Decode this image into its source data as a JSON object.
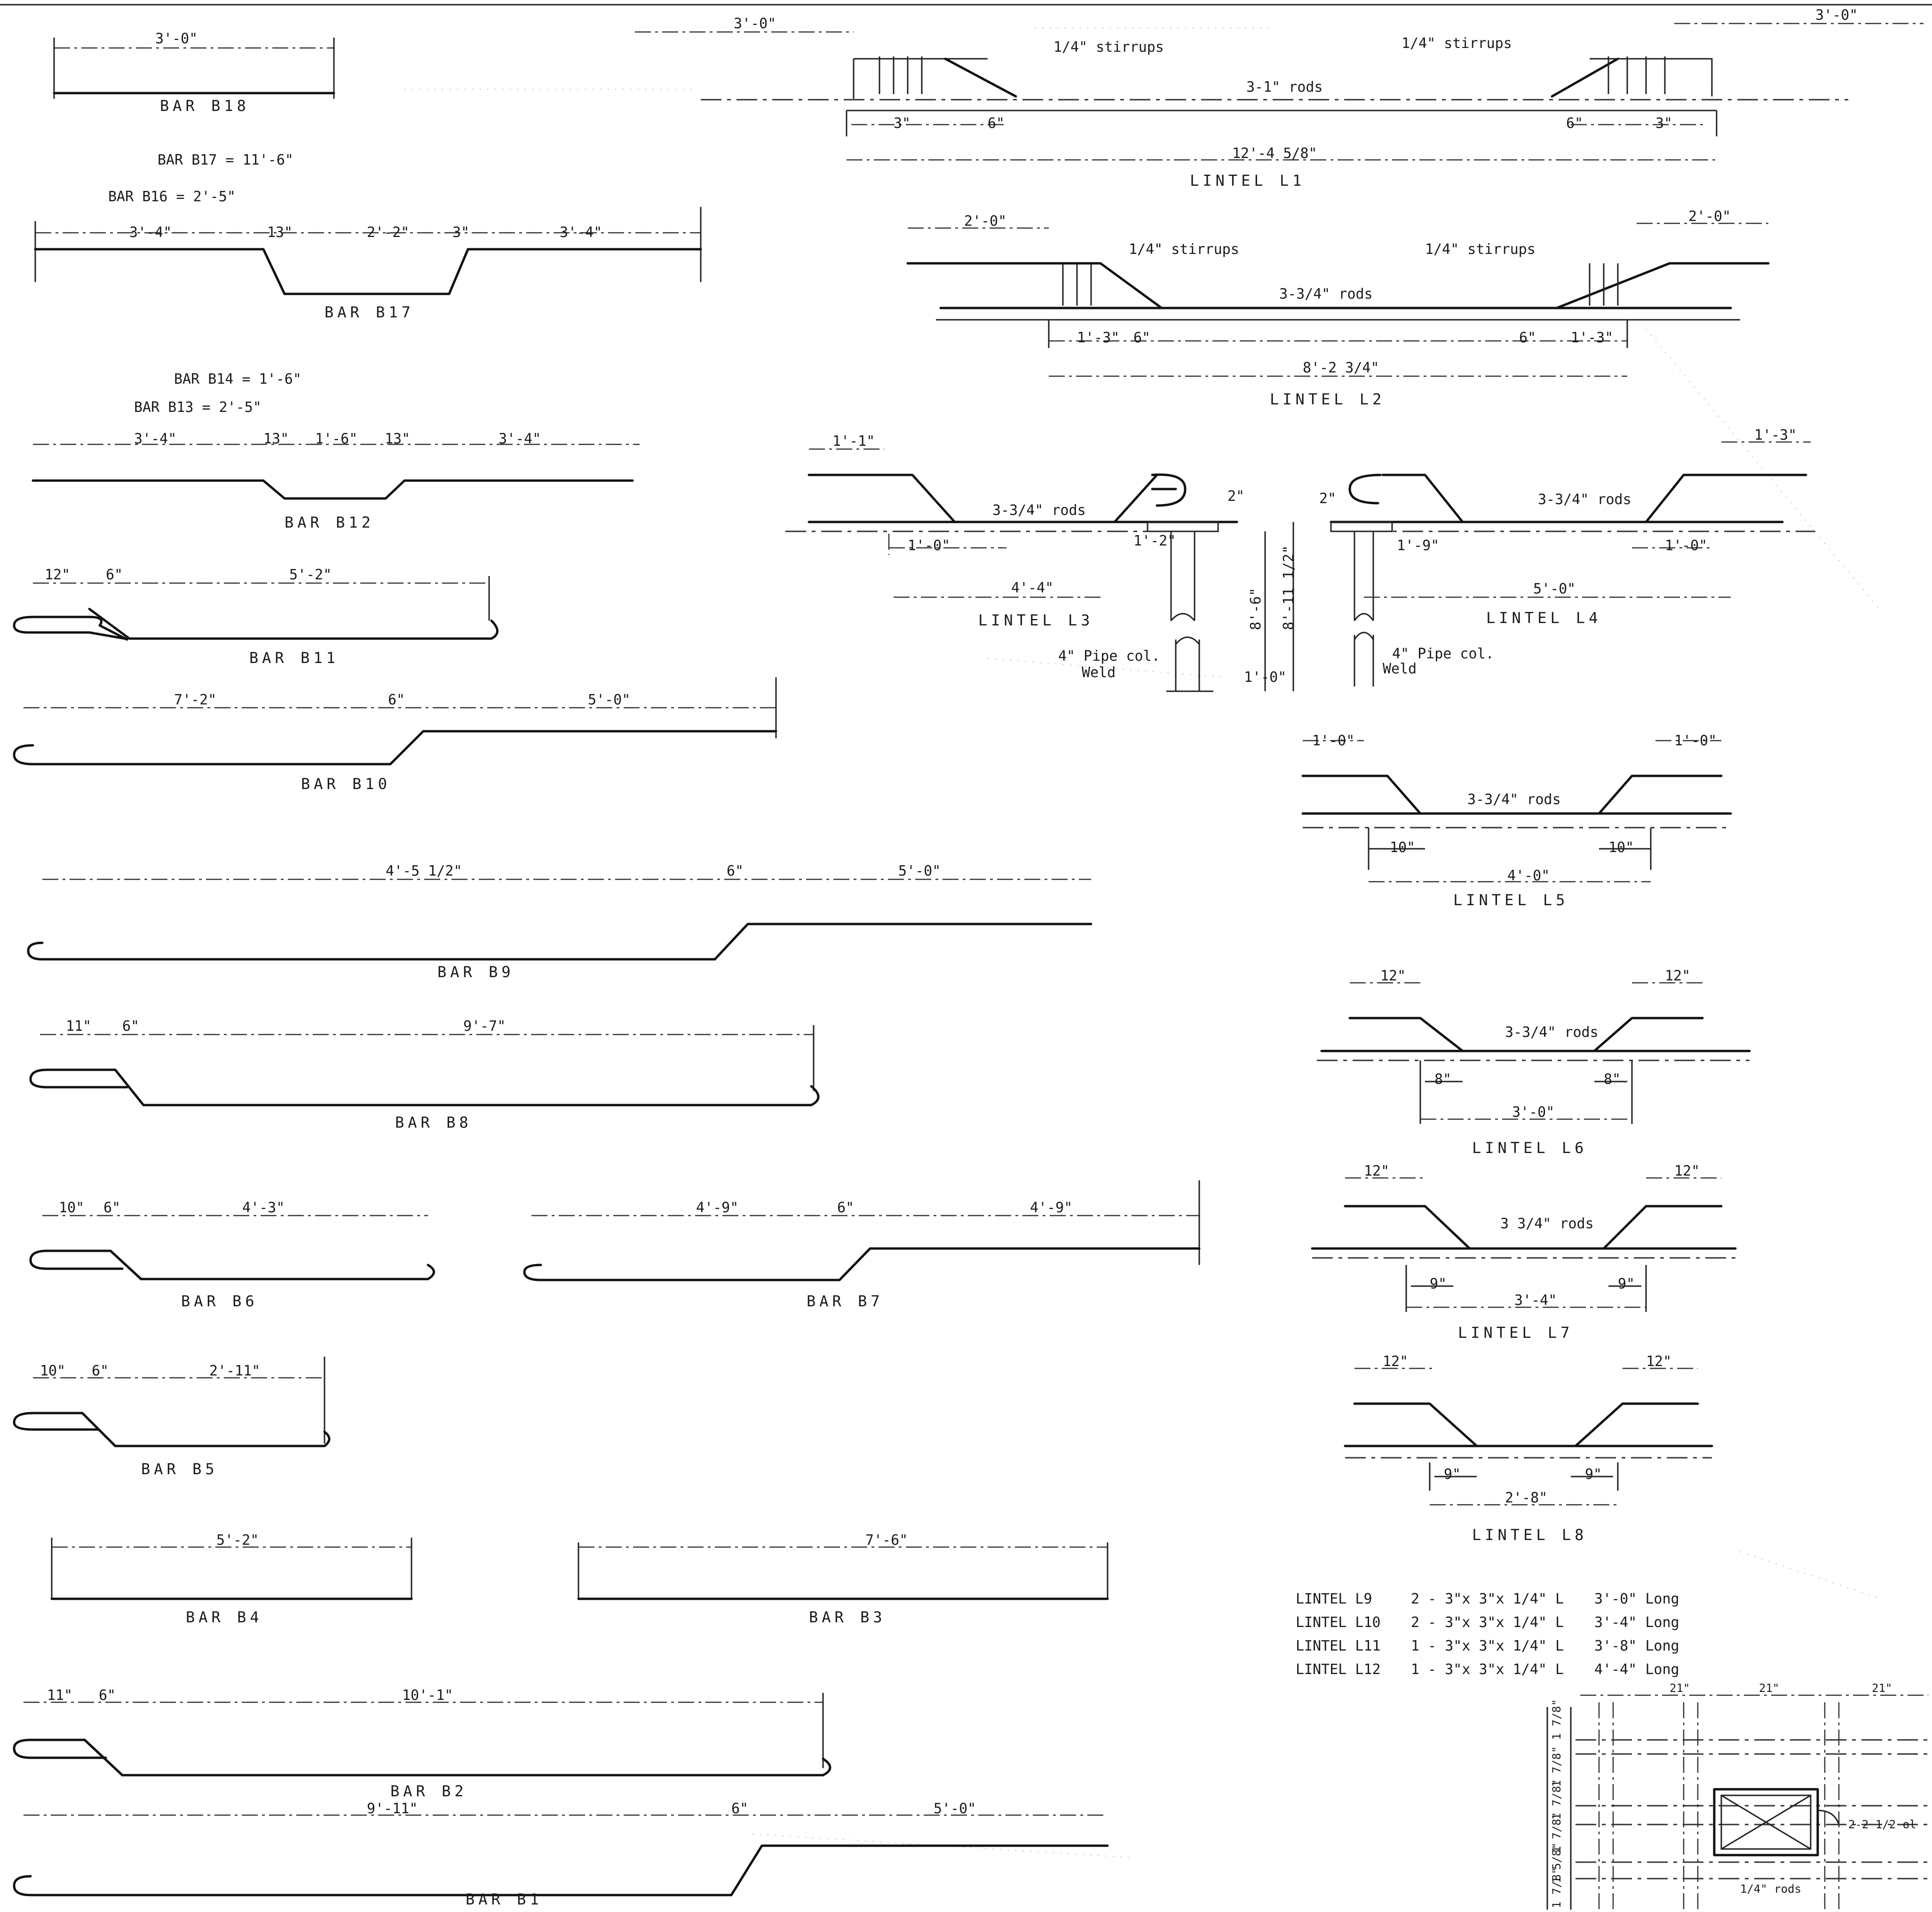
{
  "bars": {
    "b18": {
      "caption": "BAR B18",
      "dims": [
        "3'-0\""
      ]
    },
    "b17": {
      "caption": "BAR B17",
      "notes": [
        "BAR B17 = 11'-6\"",
        "BAR B16 = 2'-5\""
      ],
      "dims": [
        "3'-4\"",
        "13\"",
        "2'-2\"",
        "3\"",
        "3'-4\""
      ]
    },
    "b12": {
      "caption": "BAR B12",
      "notes": [
        "BAR B14 = 1'-6\"",
        "BAR B13 = 2'-5\""
      ],
      "dims": [
        "3'-4\"",
        "13\"",
        "1'-6\"",
        "13\"",
        "3'-4\""
      ]
    },
    "b11": {
      "caption": "BAR B11",
      "dims": [
        "12\"",
        "6\"",
        "5'-2\""
      ]
    },
    "b10": {
      "caption": "BAR B10",
      "dims": [
        "7'-2\"",
        "6\"",
        "5'-0\""
      ]
    },
    "b9": {
      "caption": "BAR B9",
      "dims": [
        "4'-5 1/2\"",
        "6\"",
        "5'-0\""
      ]
    },
    "b8": {
      "caption": "BAR B8",
      "dims": [
        "11\"",
        "6\"",
        "9'-7\""
      ]
    },
    "b6": {
      "caption": "BAR B6",
      "dims": [
        "10\"",
        "6\"",
        "4'-3\""
      ]
    },
    "b7": {
      "caption": "BAR B7",
      "dims": [
        "4'-9\"",
        "6\"",
        "4'-9\""
      ]
    },
    "b5": {
      "caption": "BAR B5",
      "dims": [
        "10\"",
        "6\"",
        "2'-11\""
      ]
    },
    "b4": {
      "caption": "BAR B4",
      "dims": [
        "5'-2\""
      ]
    },
    "b3": {
      "caption": "BAR B3",
      "dims": [
        "7'-6\""
      ]
    },
    "b2": {
      "caption": "BAR B2",
      "dims": [
        "11\"",
        "6\"",
        "10'-1\""
      ]
    },
    "b1": {
      "caption": "BAR B1",
      "dims": [
        "9'-11\"",
        "6\"",
        "5'-0\""
      ]
    }
  },
  "lintels": {
    "l1": {
      "caption": "LINTEL L1",
      "dims": [
        "3'-0\"",
        "3'-0\"",
        "3\"",
        "6\"",
        "6\"",
        "3\"",
        "12'-4 5/8\""
      ],
      "labels": [
        "1/4\" stirrups",
        "1/4\" stirrups",
        "3-1\" rods"
      ]
    },
    "l2": {
      "caption": "LINTEL L2",
      "dims": [
        "2'-0\"",
        "2'-0\"",
        "1'-3\"",
        "6\"",
        "6\"",
        "1'-3\"",
        "8'-2 3/4\""
      ],
      "labels": [
        "1/4\" stirrups",
        "1/4\" stirrups",
        "3-3/4\" rods"
      ]
    },
    "l3": {
      "caption": "LINTEL L3",
      "dims": [
        "1'-1\"",
        "1'-0\"",
        "1'-2\"",
        "4'-4\"",
        "2\"",
        "8'-6\"",
        "8'-11 1/2\"",
        "1'-0\""
      ],
      "labels": [
        "3-3/4\" rods",
        "4\" Pipe col.",
        "Weld"
      ]
    },
    "l4": {
      "caption": "LINTEL L4",
      "dims": [
        "1'-3\"",
        "1'-9\"",
        "1'-0\"",
        "5'-0\"",
        "2\""
      ],
      "labels": [
        "3-3/4\" rods",
        "4\" Pipe col.",
        "Weld"
      ]
    },
    "l5": {
      "caption": "LINTEL L5",
      "dims": [
        "1'-0\"",
        "1'-0\"",
        "10\"",
        "10\"",
        "4'-0\""
      ],
      "labels": [
        "3-3/4\" rods"
      ]
    },
    "l6": {
      "caption": "LINTEL L6",
      "dims": [
        "12\"",
        "12\"",
        "8\"",
        "8\"",
        "3'-0\""
      ],
      "labels": [
        "3-3/4\" rods"
      ]
    },
    "l7": {
      "caption": "LINTEL L7",
      "dims": [
        "12\"",
        "12\"",
        "9\"",
        "9\"",
        "3'-4\""
      ],
      "labels": [
        "3 3/4\" rods"
      ]
    },
    "l8": {
      "caption": "LINTEL L8",
      "dims": [
        "12\"",
        "12\"",
        "9\"",
        "9\"",
        "2'-8\""
      ]
    }
  },
  "schedule": [
    {
      "name": "LINTEL L9",
      "spec": "2 - 3\"x 3\"x 1/4\" L",
      "length": "3'-0\" Long"
    },
    {
      "name": "LINTEL L10",
      "spec": "2 - 3\"x 3\"x 1/4\" L",
      "length": "3'-4\" Long"
    },
    {
      "name": "LINTEL L11",
      "spec": "1 - 3\"x 3\"x 1/4\" L",
      "length": "3'-8\" Long"
    },
    {
      "name": "LINTEL L12",
      "spec": "1 - 3\"x 3\"x 1/4\" L",
      "length": "4'-4\" Long"
    }
  ],
  "detail": {
    "dims_top": [
      "21\"",
      "21\"",
      "21\""
    ],
    "dims_side": [
      "1 7/8\"",
      "1 7/8\"",
      "1 7/8\"",
      "1 7/8\"",
      "1 5/8\"",
      "1 7/8\""
    ],
    "callout": "2-2 1/2 ol",
    "rods": "1/4\" rods"
  }
}
